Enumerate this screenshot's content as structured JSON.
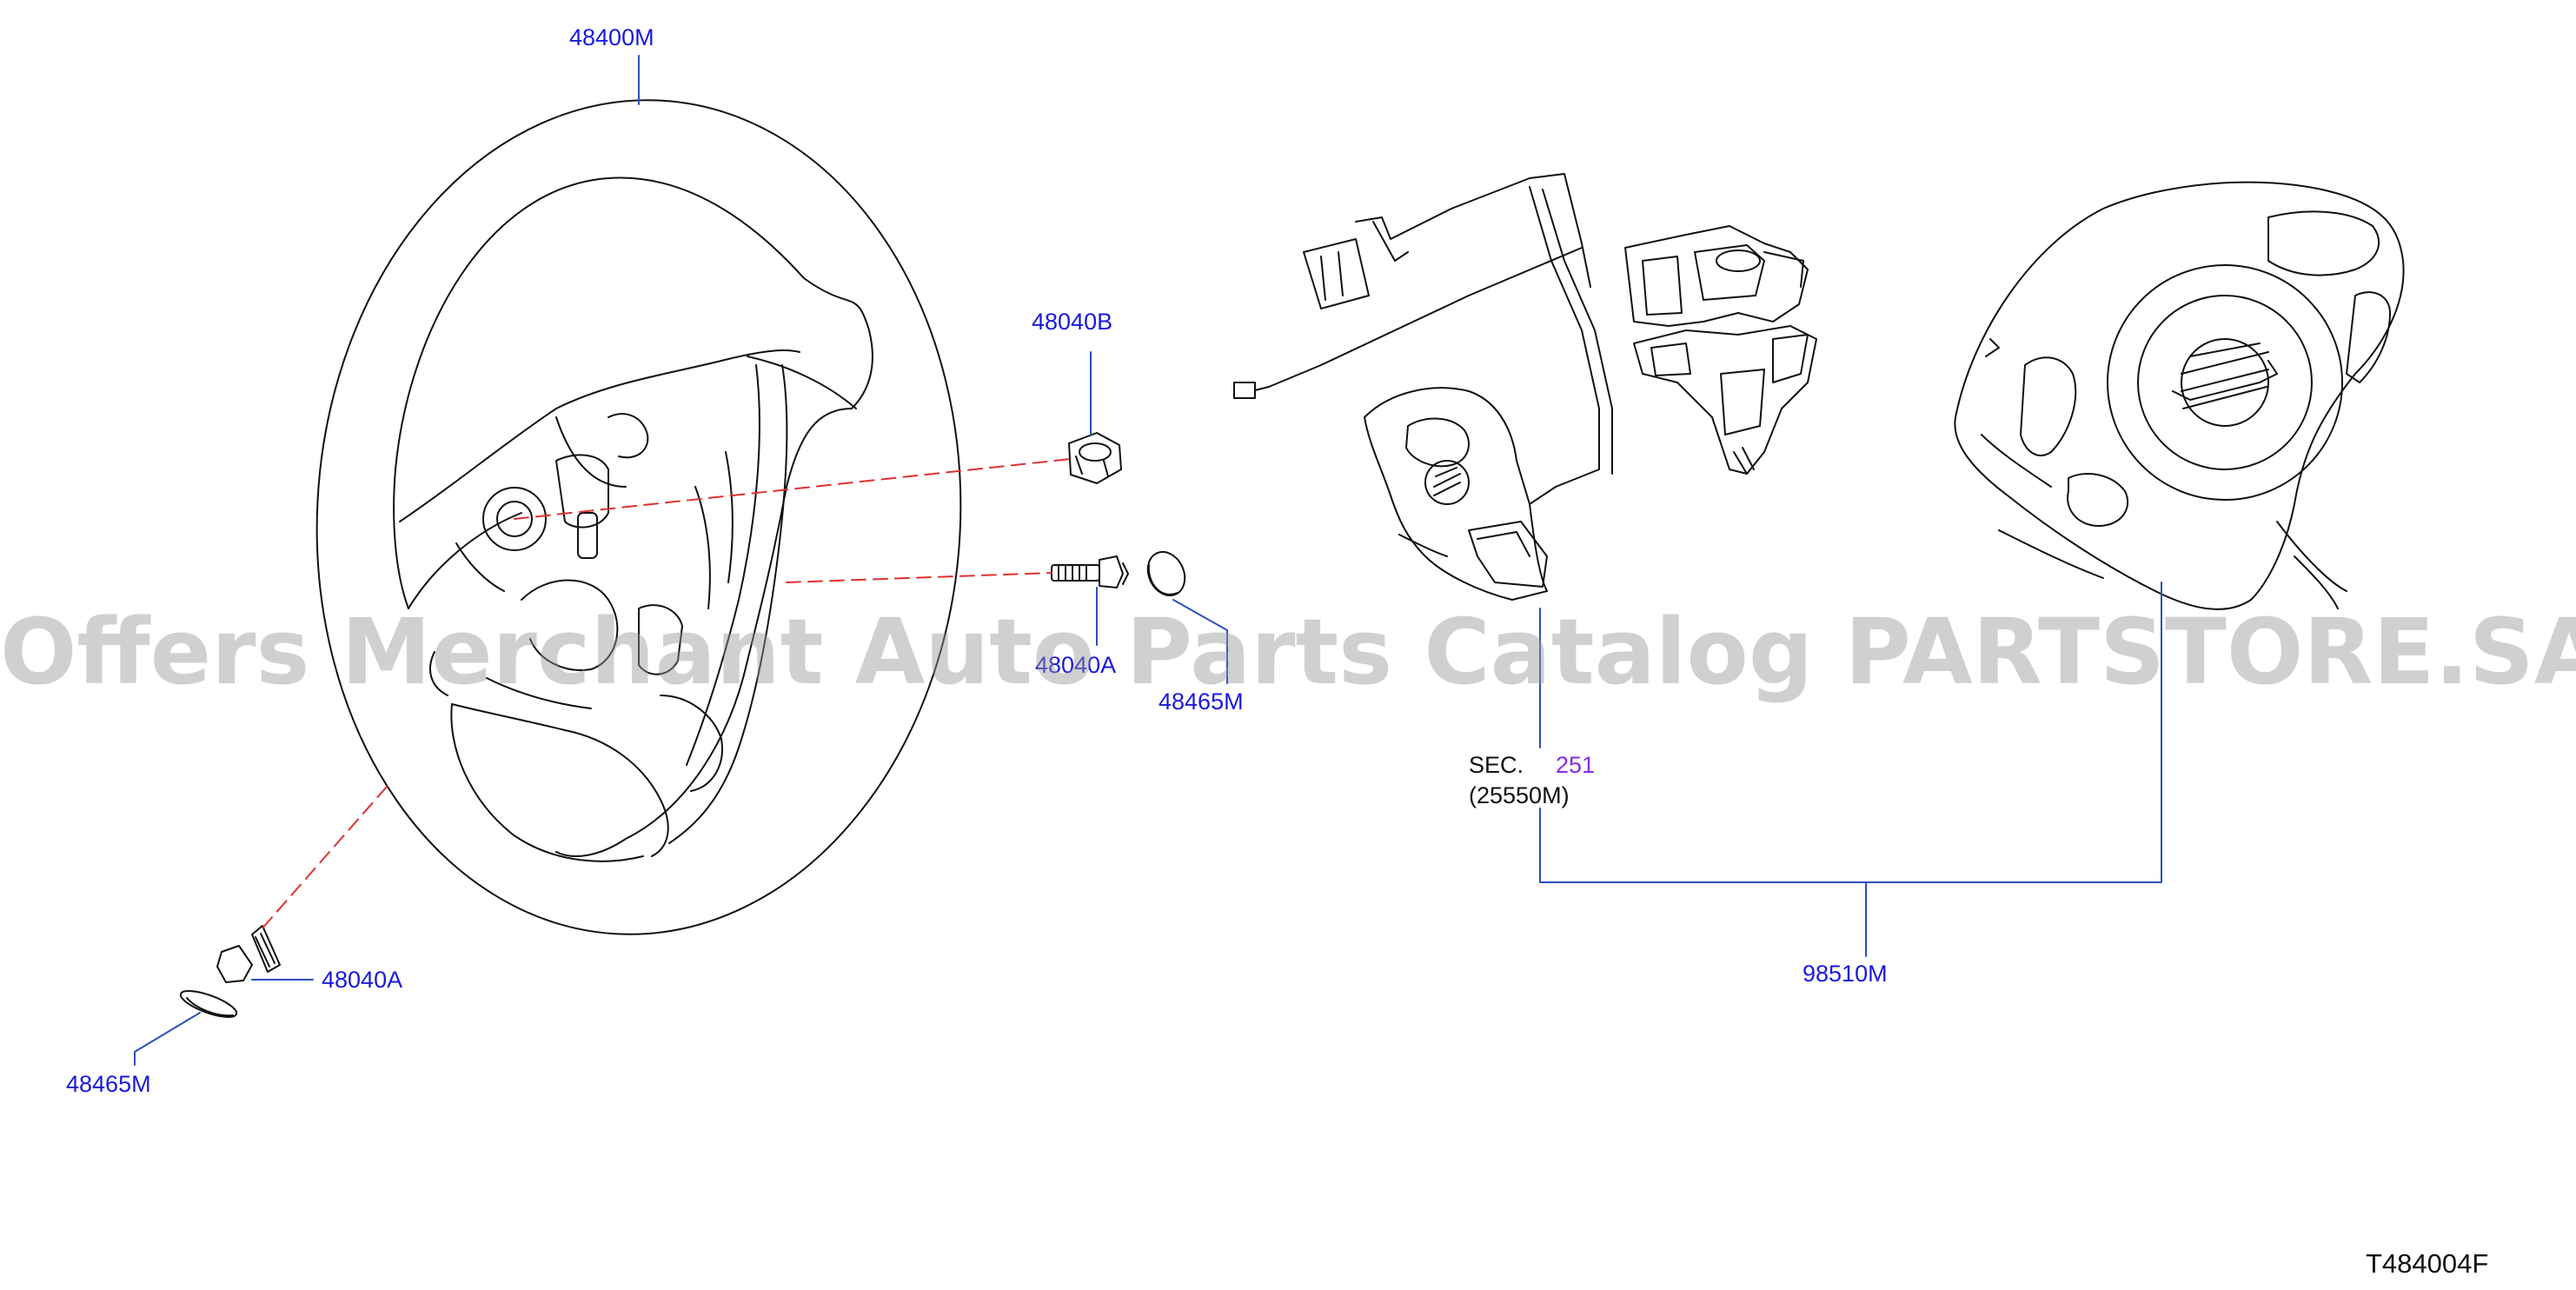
{
  "parts": {
    "steering_wheel": "48400M",
    "nut_b": "48040B",
    "bolt_a_center": "48040A",
    "cap_center": "48465M",
    "bolt_a_lower": "48040A",
    "cap_lower": "48465M",
    "assembly": "98510M"
  },
  "section_ref": {
    "prefix": "SEC.",
    "number": "251",
    "sub": "(25550M)"
  },
  "watermark": "Offers Merchant Auto Parts Catalog PARTSTORE.SA",
  "diagram_code": "T484004F",
  "colors": {
    "label_blue": "#1a1adb",
    "section_purple": "#8a2be2",
    "leader_blue": "#2b4fbf",
    "dash_red": "#e03030",
    "line_drawing": "#111111",
    "watermark": "#969696"
  }
}
